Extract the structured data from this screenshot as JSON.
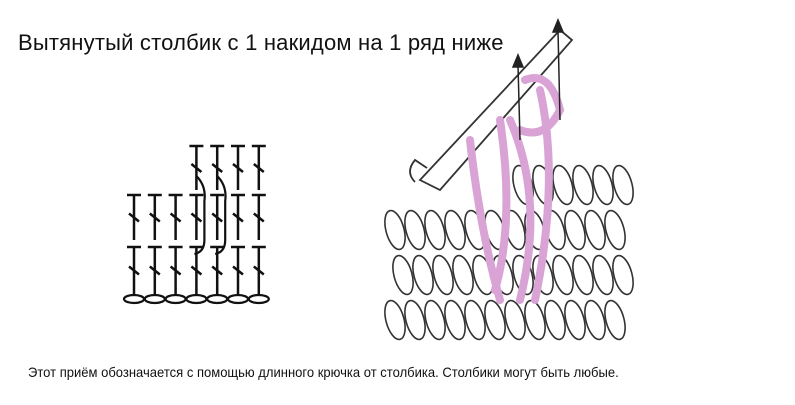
{
  "title": "Вытянутый столбик с 1 накидом на 1 ряд ниже",
  "caption": "Этот приём обозначается с помощью длинного крючка от столбика. Столбики могут быть любые.",
  "colors": {
    "yarn": "#d9a3d6",
    "ink": "#111111"
  },
  "diagram": {
    "columns": 7,
    "rows": 3,
    "top_row_columns": 4
  }
}
